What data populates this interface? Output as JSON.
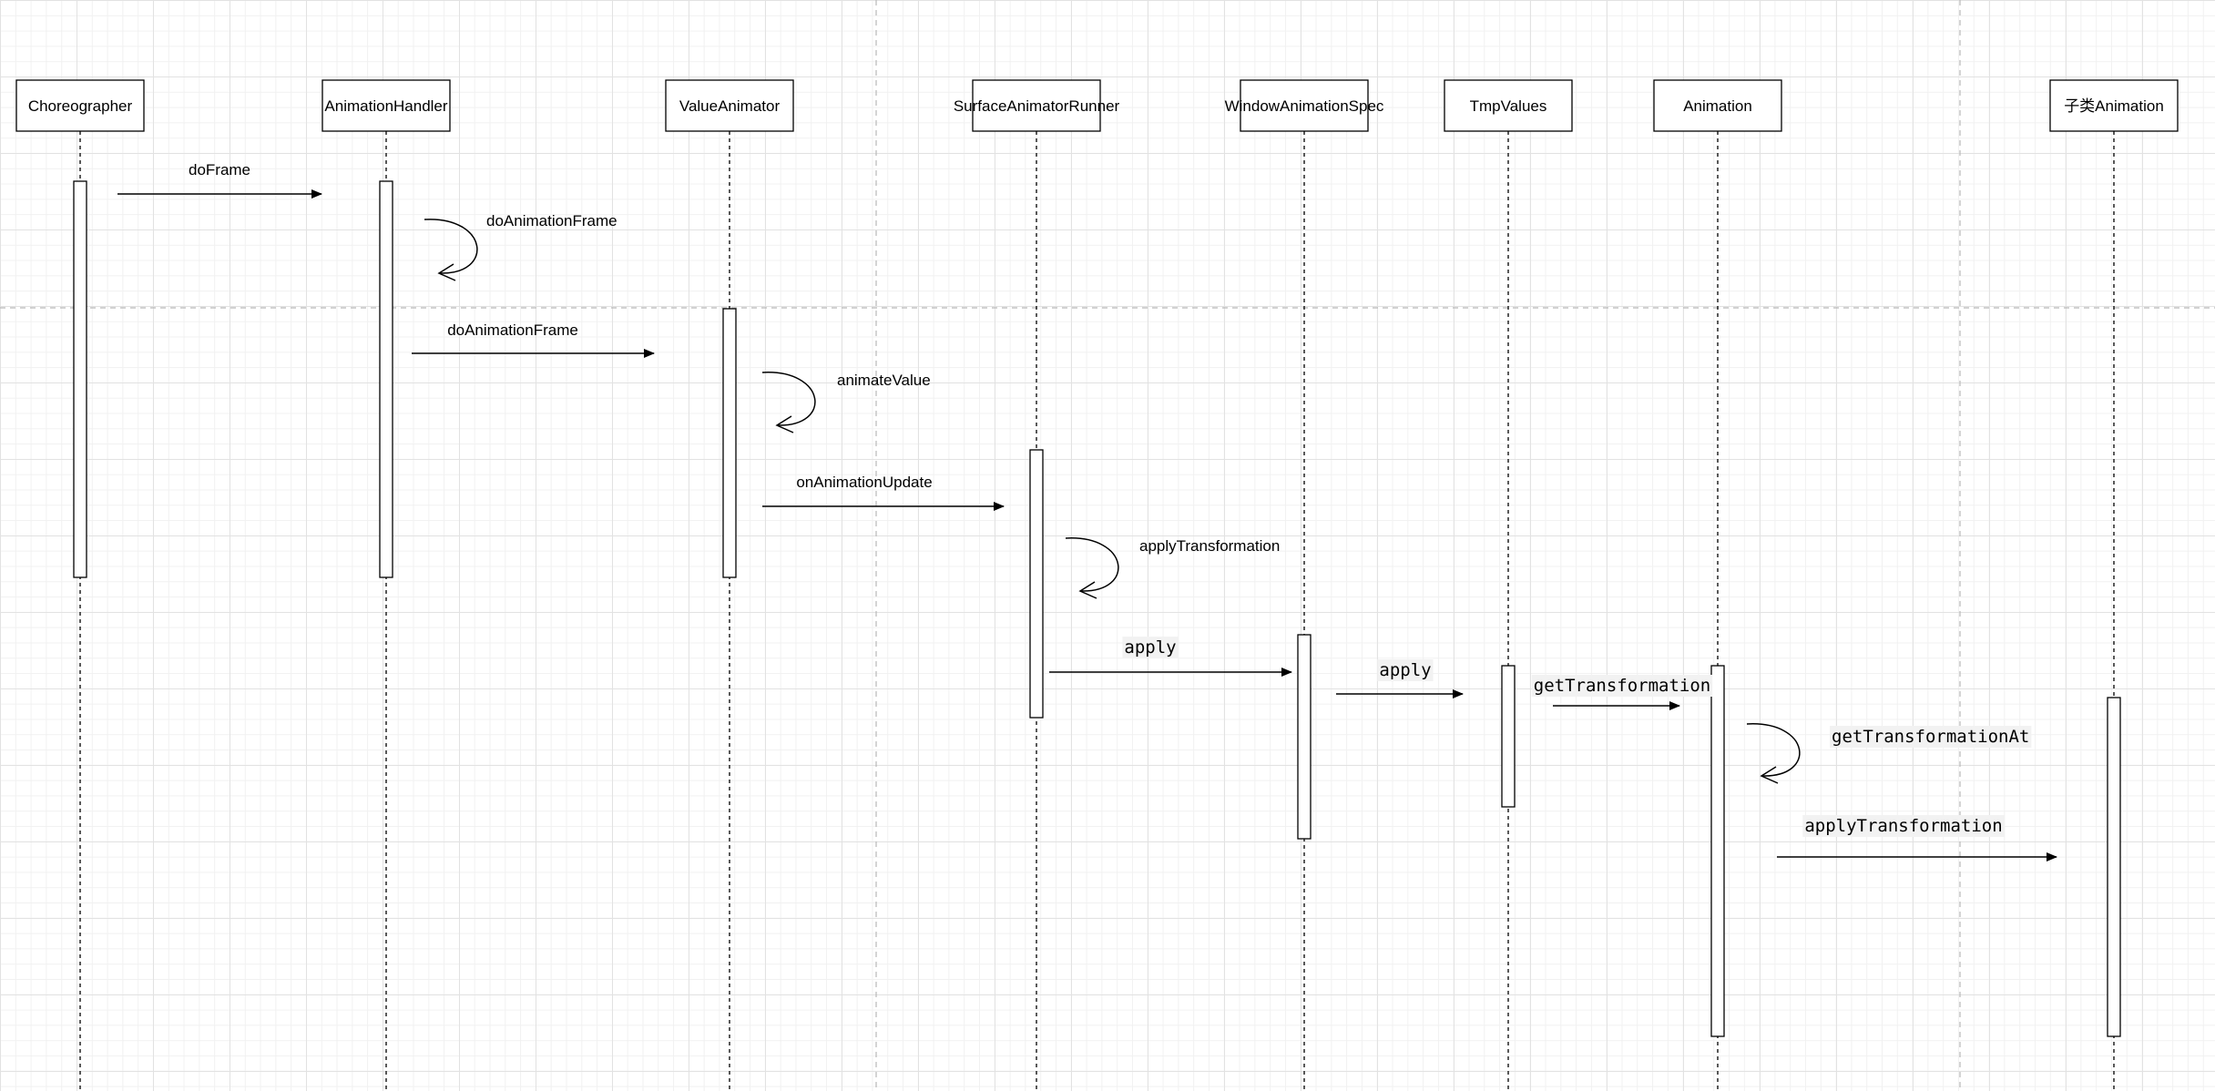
{
  "participants": [
    {
      "id": "choreographer",
      "label": "Choreographer"
    },
    {
      "id": "animation-handler",
      "label": "AnimationHandler"
    },
    {
      "id": "value-animator",
      "label": "ValueAnimator"
    },
    {
      "id": "surface-animator-runner",
      "label": "SurfaceAnimatorRunner"
    },
    {
      "id": "window-animation-spec",
      "label": "WindowAnimationSpec"
    },
    {
      "id": "tmp-values",
      "label": "TmpValues"
    },
    {
      "id": "animation",
      "label": "Animation"
    },
    {
      "id": "subclass-animation",
      "label": "子类Animation"
    }
  ],
  "messages": [
    {
      "id": "doframe",
      "label": "doFrame",
      "from": "choreographer",
      "to": "animation-handler",
      "kind": "call",
      "style": "plain"
    },
    {
      "id": "do-animation-frame-self",
      "label": "doAnimationFrame",
      "from": "animation-handler",
      "to": "animation-handler",
      "kind": "self",
      "style": "plain"
    },
    {
      "id": "do-animation-frame",
      "label": "doAnimationFrame",
      "from": "animation-handler",
      "to": "value-animator",
      "kind": "call",
      "style": "plain"
    },
    {
      "id": "animate-value",
      "label": "animateValue",
      "from": "value-animator",
      "to": "value-animator",
      "kind": "self",
      "style": "plain"
    },
    {
      "id": "on-animation-update",
      "label": "onAnimationUpdate",
      "from": "value-animator",
      "to": "surface-animator-runner",
      "kind": "call",
      "style": "plain"
    },
    {
      "id": "apply-transformation-self",
      "label": "applyTransformation",
      "from": "surface-animator-runner",
      "to": "surface-animator-runner",
      "kind": "self",
      "style": "plain"
    },
    {
      "id": "apply-1",
      "label": "apply",
      "from": "surface-animator-runner",
      "to": "window-animation-spec",
      "kind": "call",
      "style": "mono"
    },
    {
      "id": "apply-2",
      "label": "apply",
      "from": "window-animation-spec",
      "to": "tmp-values",
      "kind": "call",
      "style": "mono"
    },
    {
      "id": "get-transformation",
      "label": "getTransformation",
      "from": "tmp-values",
      "to": "animation",
      "kind": "call",
      "style": "mono"
    },
    {
      "id": "get-transformation-at",
      "label": "getTransformationAt",
      "from": "animation",
      "to": "animation",
      "kind": "self",
      "style": "mono"
    },
    {
      "id": "apply-transformation",
      "label": "applyTransformation",
      "from": "animation",
      "to": "subclass-animation",
      "kind": "call",
      "style": "mono"
    }
  ]
}
